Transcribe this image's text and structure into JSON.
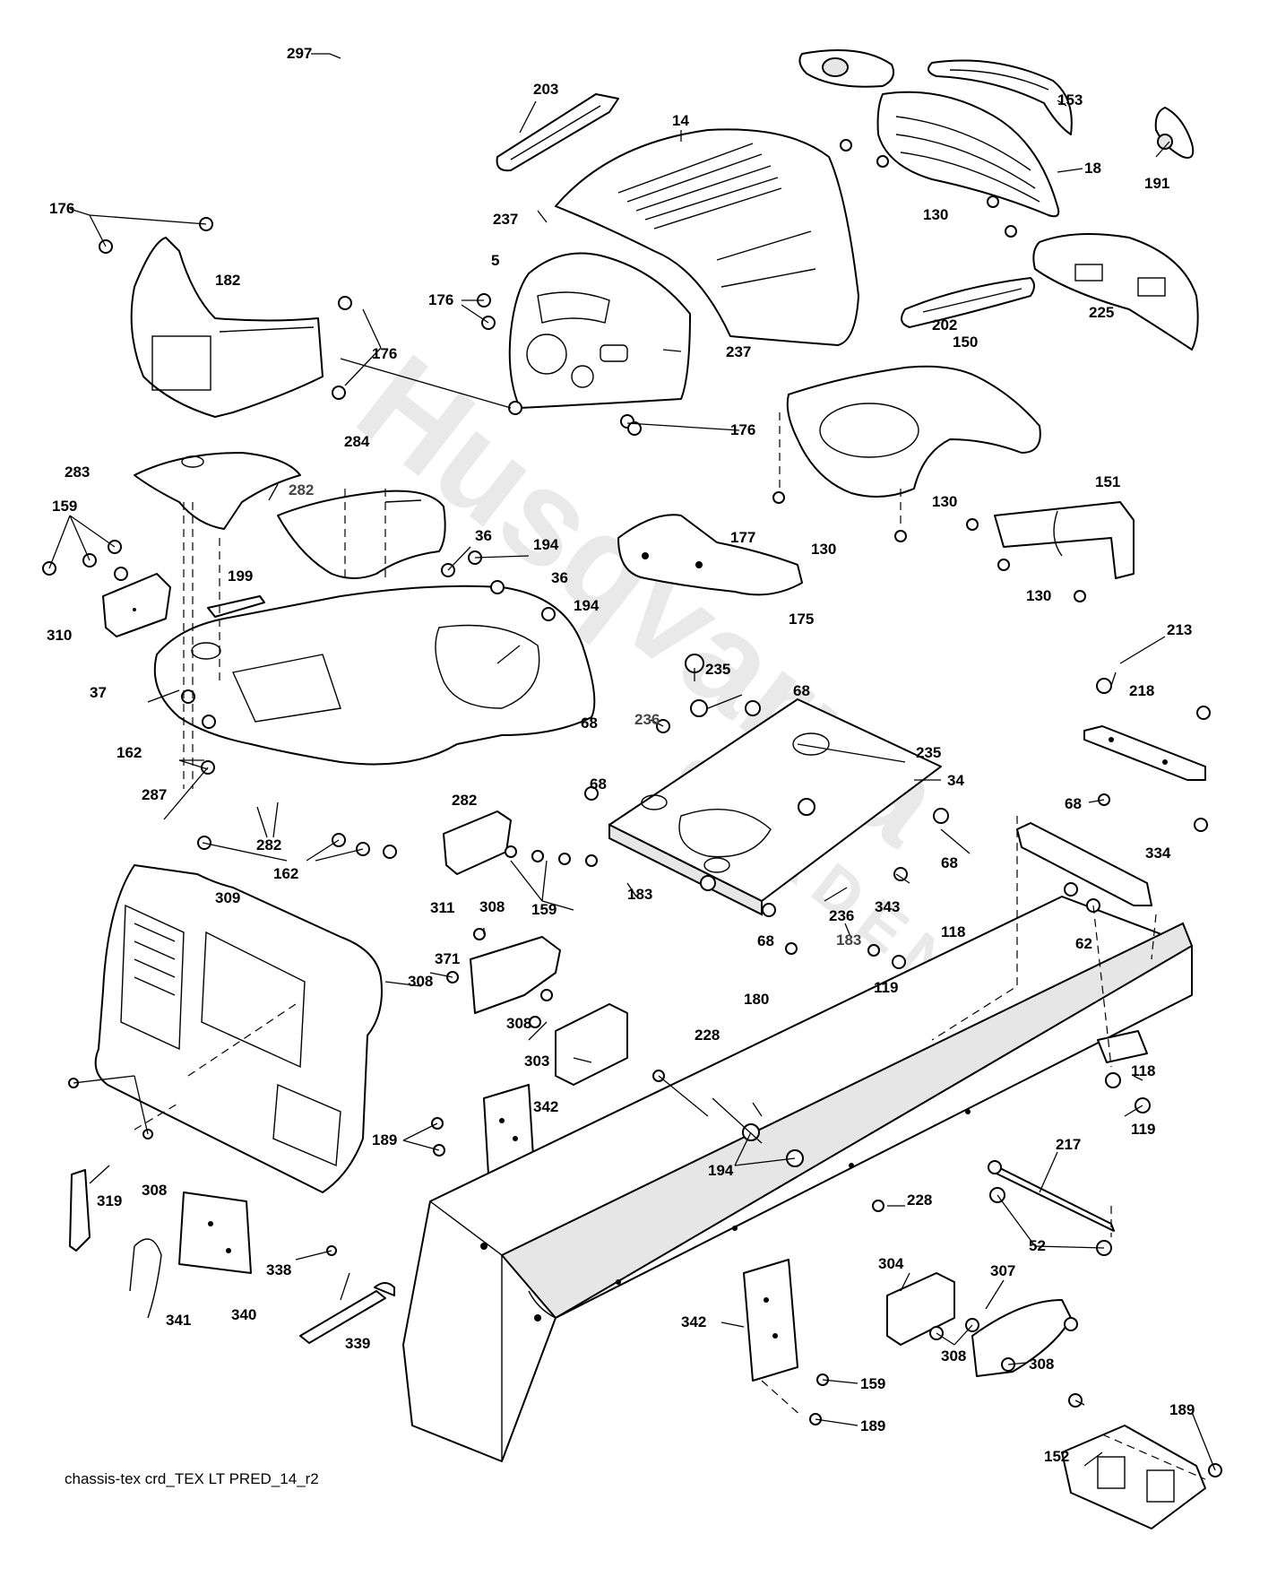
{
  "caption": "chassis-tex crd_TEX LT PRED_14_r2",
  "watermark": {
    "line1": "Husqvarna",
    "line2": "GARDEN"
  },
  "callouts": {
    "c297": "297",
    "c153": "153",
    "c203": "203",
    "c14": "14",
    "c18": "18",
    "c191": "191",
    "c130a": "130",
    "c176a": "176",
    "c182": "182",
    "c237a": "237",
    "c5": "5",
    "c176b": "176",
    "c176c": "176",
    "c237b": "237",
    "c202": "202",
    "c225": "225",
    "c150": "150",
    "c176d": "176",
    "c283": "283",
    "c284": "284",
    "c282a": "282",
    "c159a": "159",
    "c36a": "36",
    "c194a": "194",
    "c199": "199",
    "c36b": "36",
    "c194b": "194",
    "c310": "310",
    "c177": "177",
    "c175": "175",
    "c130b": "130",
    "c130c": "130",
    "c151": "151",
    "c130d": "130",
    "c37": "37",
    "c235a": "235",
    "c68a": "68",
    "c236a": "236",
    "c68b": "68",
    "c235b": "235",
    "c34": "34",
    "c213": "213",
    "c218": "218",
    "c68c": "68",
    "c162a": "162",
    "c287": "287",
    "c282b": "282",
    "c282c": "282",
    "c68d": "68",
    "c162b": "162",
    "c68e": "68",
    "c183a": "183",
    "c236b": "236",
    "c343": "343",
    "c68f": "68",
    "c309": "309",
    "c311": "311",
    "c159b": "159",
    "c308a": "308",
    "c334": "334",
    "c183b": "183",
    "c118a": "118",
    "c62": "62",
    "c371": "371",
    "c308b": "308",
    "c119a": "119",
    "c308c": "308",
    "c303": "303",
    "c180": "180",
    "c228a": "228",
    "c118b": "118",
    "c342a": "342",
    "c119b": "119",
    "c189a": "189",
    "c194c": "194",
    "c217": "217",
    "c308d": "308",
    "c319": "319",
    "c228b": "228",
    "c52": "52",
    "c304": "304",
    "c307": "307",
    "c338": "338",
    "c341": "341",
    "c340": "340",
    "c339": "339",
    "c342b": "342",
    "c308e": "308",
    "c308f": "308",
    "c159c": "159",
    "c189b": "189",
    "c189c": "189",
    "c152": "152"
  }
}
